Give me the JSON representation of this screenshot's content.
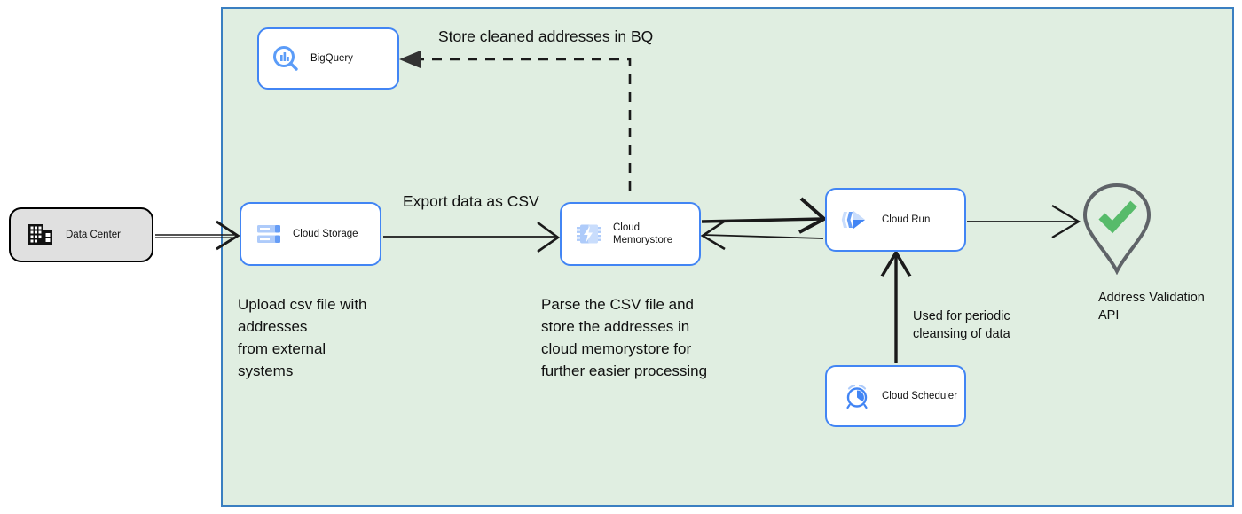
{
  "diagram": {
    "type": "cloud-architecture-flow",
    "zone": {
      "name": "google-cloud-zone",
      "fill": "#e0eee1",
      "border": "#3a7fc1"
    },
    "nodes": [
      {
        "id": "data-center",
        "label": "Data Center",
        "icon": "data-center-icon",
        "fill": "#e0e0e0",
        "border": "#000000"
      },
      {
        "id": "bigquery",
        "label": "BigQuery",
        "icon": "bigquery-icon",
        "fill": "#ffffff",
        "border": "#4285f4"
      },
      {
        "id": "cloud-storage",
        "label": "Cloud Storage",
        "icon": "cloud-storage-icon",
        "fill": "#ffffff",
        "border": "#4285f4"
      },
      {
        "id": "cloud-memorystore",
        "label": "Cloud\nMemorystore",
        "icon": "cloud-memorystore-icon",
        "fill": "#ffffff",
        "border": "#4285f4"
      },
      {
        "id": "cloud-run",
        "label": "Cloud Run",
        "icon": "cloud-run-icon",
        "fill": "#ffffff",
        "border": "#4285f4"
      },
      {
        "id": "cloud-scheduler",
        "label": "Cloud Scheduler",
        "icon": "cloud-scheduler-icon",
        "fill": "#ffffff",
        "border": "#4285f4"
      },
      {
        "id": "address-validation-api",
        "label": "Address Validation\nAPI",
        "icon": "map-pin-check-icon",
        "pin_color": "#5f6368",
        "check_color": "#57bb6a"
      }
    ],
    "edge_labels": {
      "store_cleaned": "Store cleaned addresses in BQ",
      "export_csv": "Export data as CSV",
      "periodic": "Used for periodic\ncleansing of data"
    },
    "annotations": {
      "upload": "Upload csv file with\naddresses\nfrom external\nsystems",
      "parse": "Parse the CSV file and\nstore the addresses in\ncloud  memorystore for\nfurther easier processing"
    },
    "edges": [
      {
        "from": "data-center",
        "to": "cloud-storage",
        "style": "solid",
        "arrow": "end"
      },
      {
        "from": "cloud-storage",
        "to": "cloud-memorystore",
        "style": "solid",
        "arrow": "end",
        "label": "Export data as CSV"
      },
      {
        "from": "cloud-memorystore",
        "to": "cloud-run",
        "style": "solid",
        "arrow": "both"
      },
      {
        "from": "cloud-run",
        "to": "address-validation-api",
        "style": "solid",
        "arrow": "end"
      },
      {
        "from": "cloud-scheduler",
        "to": "cloud-run",
        "style": "solid",
        "arrow": "end",
        "label": "Used for periodic cleansing of data"
      },
      {
        "from": "cloud-memorystore",
        "to": "bigquery",
        "style": "dashed",
        "arrow": "end",
        "label": "Store cleaned addresses in BQ"
      }
    ]
  }
}
